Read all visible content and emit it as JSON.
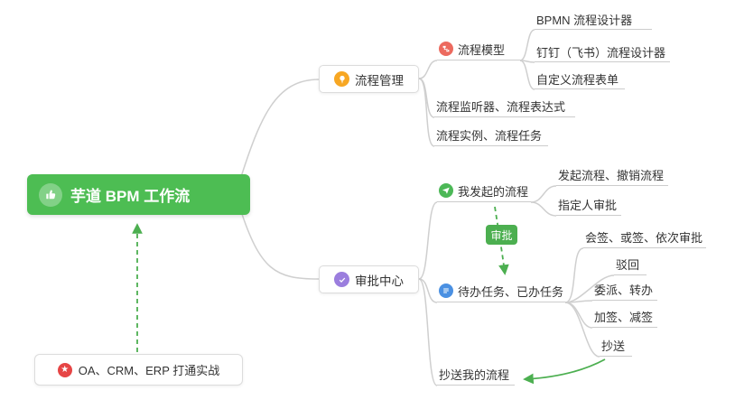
{
  "colors": {
    "root_bg": "#4dbd53",
    "badge_bg": "#4caf50",
    "arrow_green": "#4caf50",
    "edge_gray": "#cfcfcf",
    "icon_orange": "#f7a723",
    "icon_red": "#e64545",
    "icon_pink": "#ec6a5f",
    "icon_green": "#4cb857",
    "icon_blue": "#4a90e2",
    "icon_purple": "#9b7ede"
  },
  "root": {
    "label": "芋道 BPM 工作流",
    "icon": "thumbs-up-icon"
  },
  "note": {
    "label": "OA、CRM、ERP 打通实战",
    "icon": "star-icon"
  },
  "badge": {
    "label": "审批"
  },
  "process": {
    "label": "流程管理",
    "icon": "lightbulb-icon",
    "model": {
      "label": "流程模型",
      "icon": "flow-icon",
      "children": [
        {
          "label": "BPMN 流程设计器"
        },
        {
          "label": "钉钉（飞书）流程设计器"
        },
        {
          "label": "自定义流程表单"
        }
      ]
    },
    "listener": {
      "label": "流程监听器、流程表达式"
    },
    "instance": {
      "label": "流程实例、流程任务"
    }
  },
  "approval": {
    "label": "审批中心",
    "icon": "approval-icon",
    "my": {
      "label": "我发起的流程",
      "icon": "send-icon",
      "children": [
        {
          "label": "发起流程、撤销流程"
        },
        {
          "label": "指定人审批"
        }
      ]
    },
    "todo": {
      "label": "待办任务、已办任务",
      "icon": "tasks-icon",
      "children": [
        {
          "label": "会签、或签、依次审批"
        },
        {
          "label": "驳回"
        },
        {
          "label": "委派、转办"
        },
        {
          "label": "加签、减签"
        },
        {
          "label": "抄送"
        }
      ]
    },
    "cc": {
      "label": "抄送我的流程"
    }
  }
}
